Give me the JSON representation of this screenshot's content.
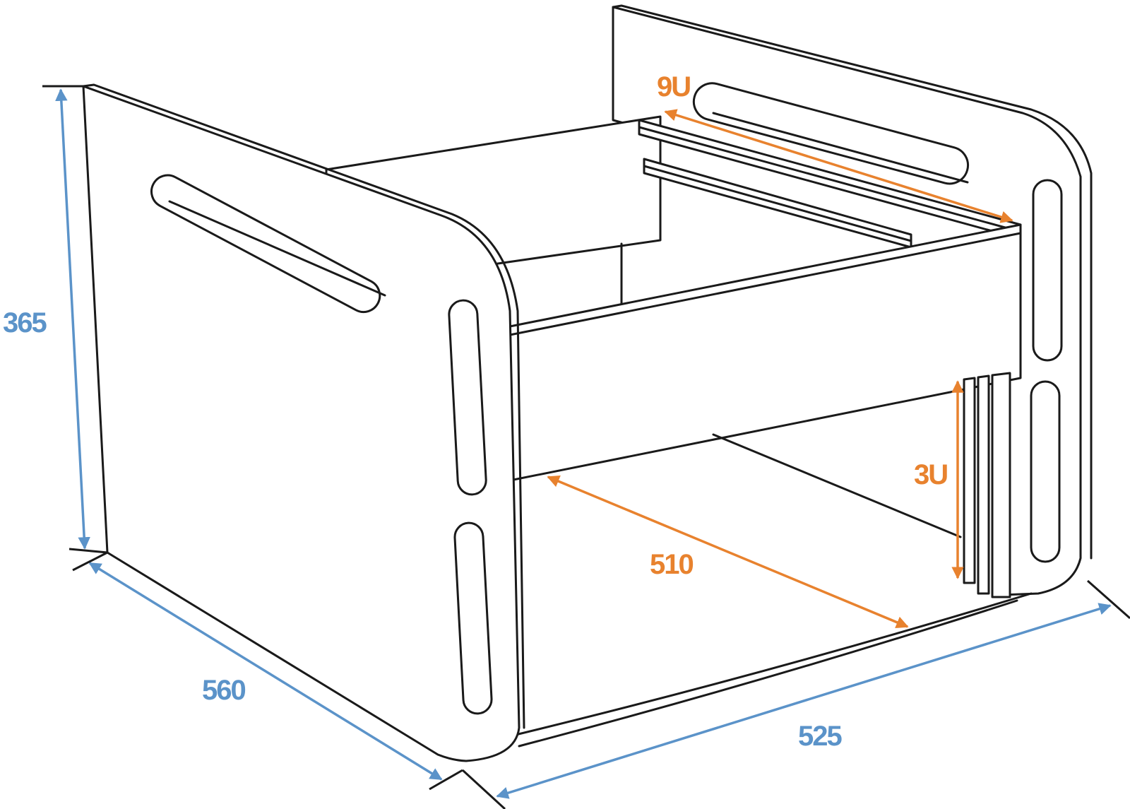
{
  "colors": {
    "outline": "#1a1a1a",
    "outer_dimension": "#5b93c9",
    "inner_dimension": "#e8822e",
    "background": "#ffffff"
  },
  "dimensions": {
    "height": "365",
    "depth": "560",
    "width": "525",
    "inner_depth": "510",
    "top_rack_units": "9U",
    "front_rack_units": "3U"
  }
}
